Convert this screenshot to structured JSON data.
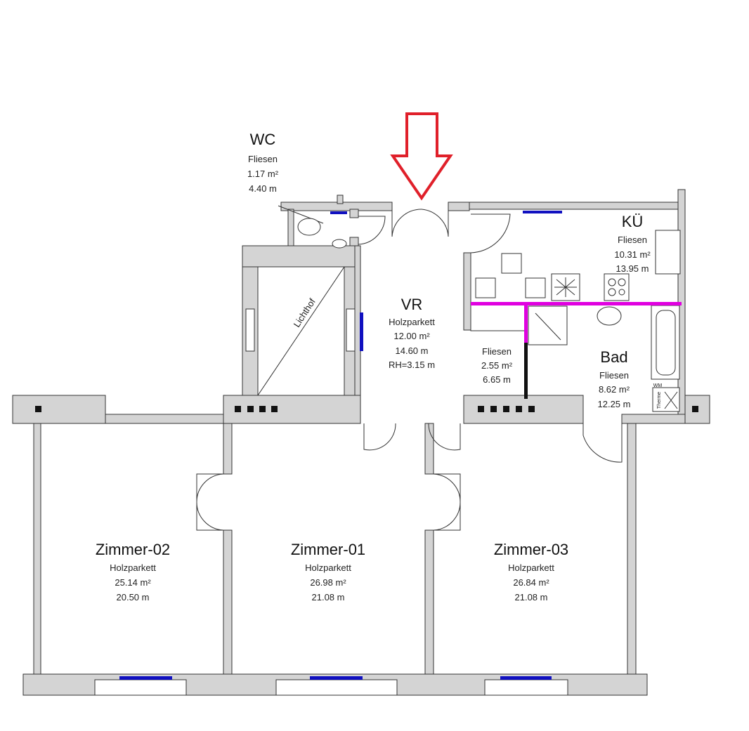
{
  "rooms": {
    "wc": {
      "name": "WC",
      "floor": "Fliesen",
      "area": "1.17 m²",
      "perimeter": "4.40 m"
    },
    "vr": {
      "name": "VR",
      "floor": "Holzparkett",
      "area": "12.00 m²",
      "perimeter": "14.60 m",
      "height": "RH=3.15 m"
    },
    "kue": {
      "name": "KÜ",
      "floor": "Fliesen",
      "area": "10.31 m²",
      "perimeter": "13.95 m"
    },
    "flur": {
      "floor": "Fliesen",
      "area": "2.55 m²",
      "perimeter": "6.65 m"
    },
    "bad": {
      "name": "Bad",
      "floor": "Fliesen",
      "area": "8.62 m²",
      "perimeter": "12.25 m"
    },
    "zimmer02": {
      "name": "Zimmer-02",
      "floor": "Holzparkett",
      "area": "25.14 m²",
      "perimeter": "20.50 m"
    },
    "zimmer01": {
      "name": "Zimmer-01",
      "floor": "Holzparkett",
      "area": "26.98 m²",
      "perimeter": "21.08 m"
    },
    "zimmer03": {
      "name": "Zimmer-03",
      "floor": "Holzparkett",
      "area": "26.84 m²",
      "perimeter": "21.08 m"
    }
  },
  "labels": {
    "lichthof": "Lichthof",
    "wm": "WM",
    "therme": "Therme"
  },
  "colors": {
    "entrance_arrow": "#e0202a",
    "window": "#1010c0",
    "partition": "#e000e0",
    "wall": "#d4d4d4"
  }
}
